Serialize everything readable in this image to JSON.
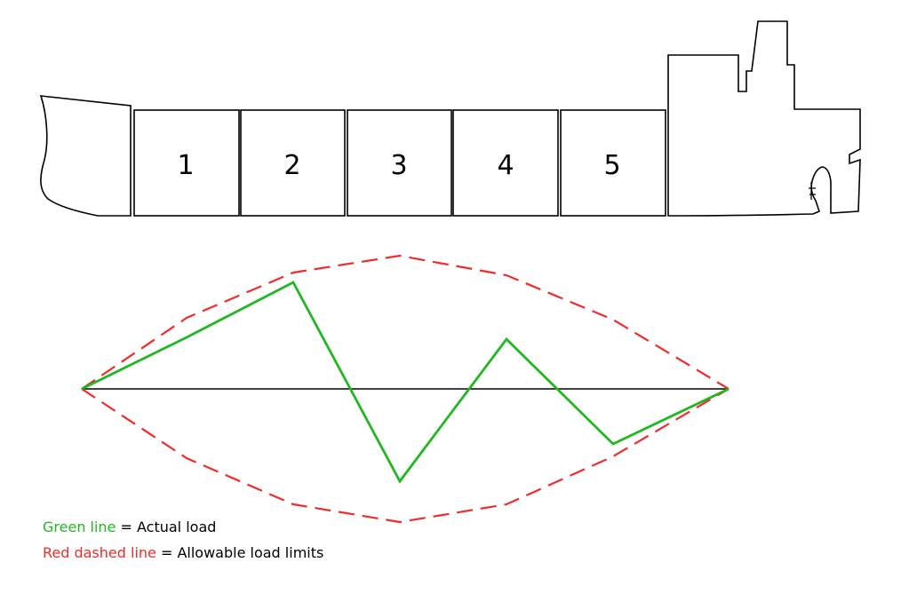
{
  "holds": [
    "1",
    "2",
    "3",
    "4",
    "5"
  ],
  "legend": {
    "green_label": "Green line",
    "green_text": " = Actual load",
    "red_label": "Red dashed line",
    "red_text": " = Allowable load limits"
  },
  "colors": {
    "actual_load": "#22b722",
    "allowable_limits": "#ee2c2c",
    "baseline": "#000000",
    "ship_outline": "#000000"
  }
}
